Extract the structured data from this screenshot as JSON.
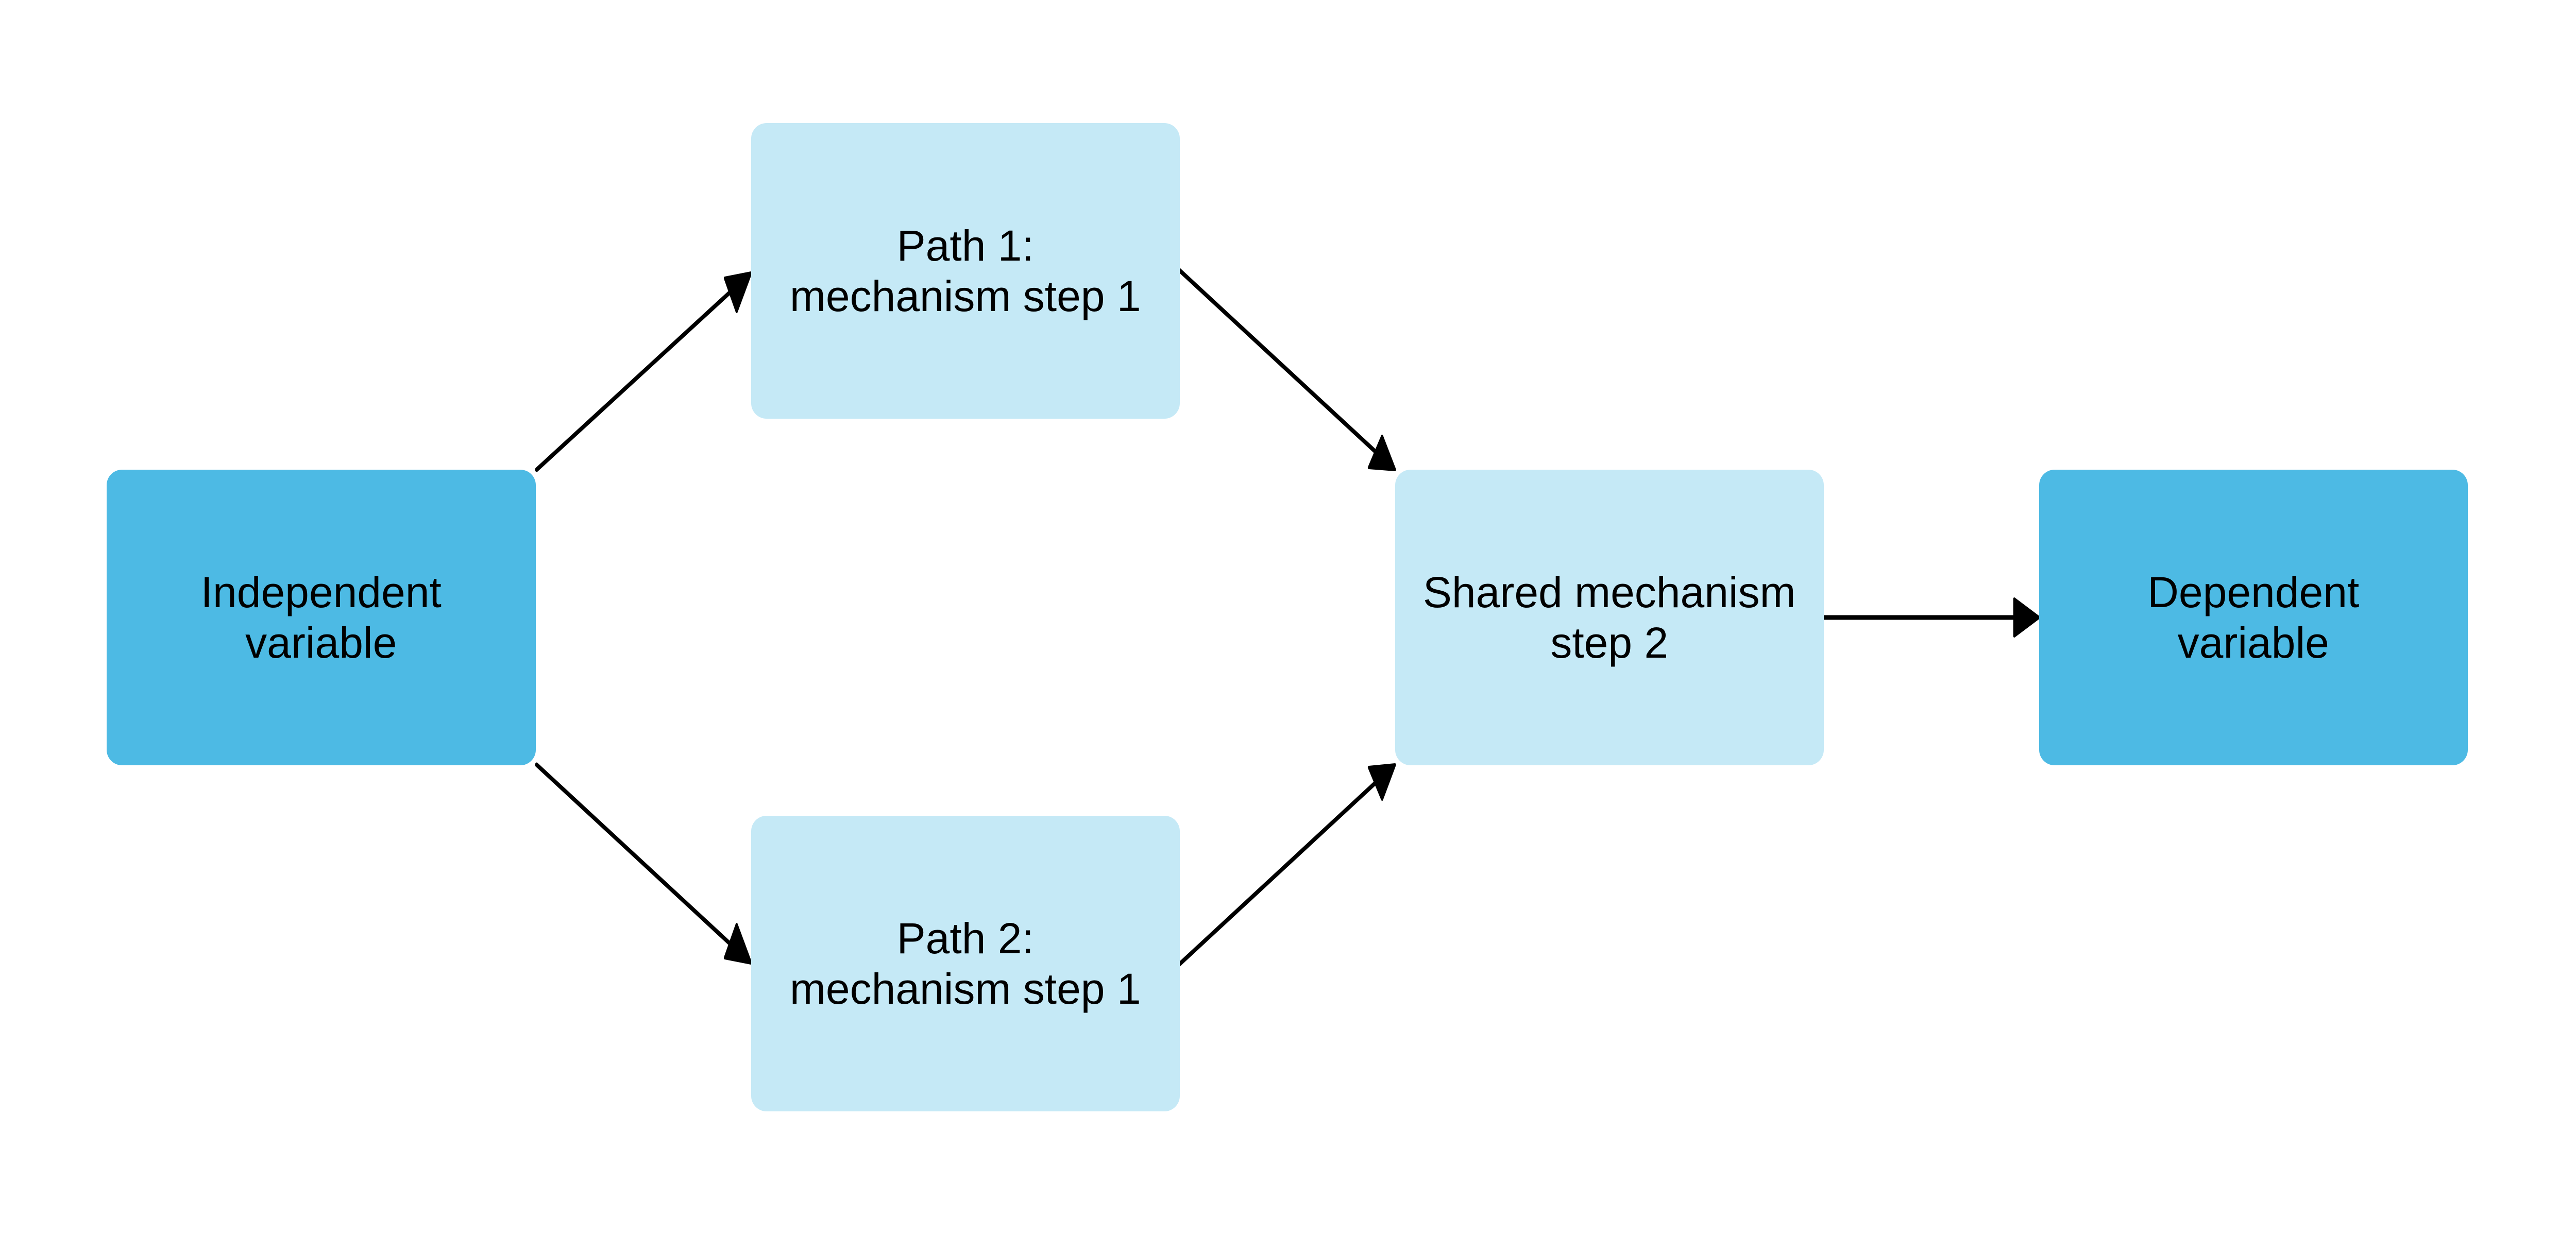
{
  "colors": {
    "primary_node": "#4DBAE4",
    "secondary_node": "#C5E9F6",
    "arrow": "#000000"
  },
  "nodes": {
    "independent": {
      "line1": "Independent",
      "line2": "variable"
    },
    "path1": {
      "line1": "Path 1:",
      "line2": "mechanism step 1"
    },
    "path2": {
      "line1": "Path 2:",
      "line2": "mechanism step 1"
    },
    "shared": {
      "line1": "Shared mechanism",
      "line2": "step 2"
    },
    "dependent": {
      "line1": "Dependent",
      "line2": "variable"
    }
  },
  "edges": [
    {
      "from": "independent",
      "to": "path1"
    },
    {
      "from": "independent",
      "to": "path2"
    },
    {
      "from": "path1",
      "to": "shared"
    },
    {
      "from": "path2",
      "to": "shared"
    },
    {
      "from": "shared",
      "to": "dependent"
    }
  ]
}
